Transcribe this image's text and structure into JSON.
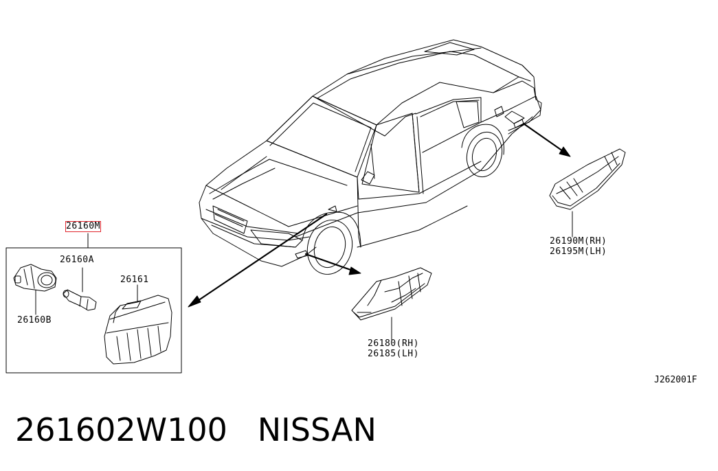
{
  "labels": {
    "main_part": "26160M",
    "bulb": "26160A",
    "socket": "26160B",
    "lens": "26161",
    "front_marker_rh": "26180(RH)",
    "front_marker_lh": "26185(LH)",
    "rear_marker_rh": "26190M(RH)",
    "rear_marker_lh": "26195M(LH)"
  },
  "reference_code": "J262001F",
  "footer": {
    "part_number": "261602W100",
    "brand": "NISSAN"
  },
  "colors": {
    "line": "#000000",
    "highlight": "#e0242c",
    "background": "#ffffff"
  }
}
